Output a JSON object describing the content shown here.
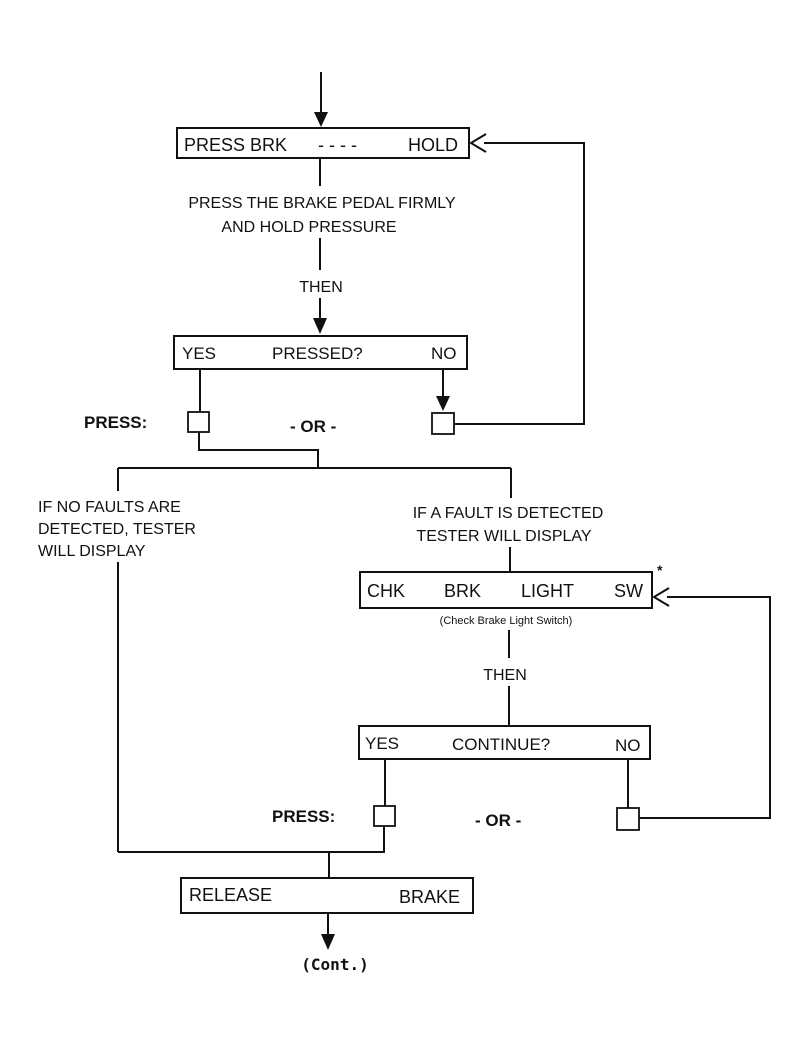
{
  "box_press_hold": {
    "left": "PRESS  BRK",
    "dashes": "- - - -",
    "right": "HOLD"
  },
  "instruction": {
    "line1": "PRESS THE BRAKE PEDAL FIRMLY",
    "line2": "AND HOLD PRESSURE"
  },
  "then_1": "THEN",
  "box_pressed": {
    "yes": "YES",
    "question": "PRESSED?",
    "no": "NO"
  },
  "press_label_1": "PRESS:",
  "or_1": "- OR -",
  "no_faults": {
    "line1": "IF NO FAULTS ARE",
    "line2": "DETECTED, TESTER",
    "line3": "WILL DISPLAY"
  },
  "fault": {
    "line1": "IF A FAULT IS DETECTED",
    "line2": "TESTER WILL DISPLAY"
  },
  "box_chk": {
    "w1": "CHK",
    "w2": "BRK",
    "w3": "LIGHT",
    "w4": "SW",
    "star": "*"
  },
  "chk_caption": "(Check Brake Light Switch)",
  "then_2": "THEN",
  "box_continue": {
    "yes": "YES",
    "question": "CONTINUE?",
    "no": "NO"
  },
  "press_label_2": "PRESS:",
  "or_2": "- OR -",
  "box_release": {
    "left": "RELEASE",
    "right": "BRAKE"
  },
  "cont": "(Cont.)"
}
